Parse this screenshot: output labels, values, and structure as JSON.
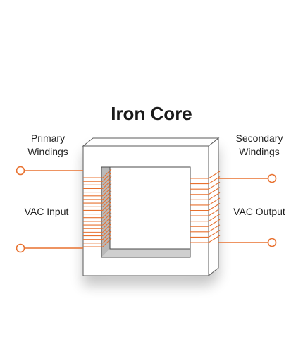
{
  "title": "Iron Core",
  "labels": {
    "primary_line1": "Primary",
    "primary_line2": "Windings",
    "secondary_line1": "Secondary",
    "secondary_line2": "Windings",
    "vac_input": "VAC Input",
    "vac_output": "VAC Output"
  },
  "colors": {
    "winding": "#e8712f",
    "core_stroke": "#555555",
    "core_fill": "#ffffff"
  }
}
